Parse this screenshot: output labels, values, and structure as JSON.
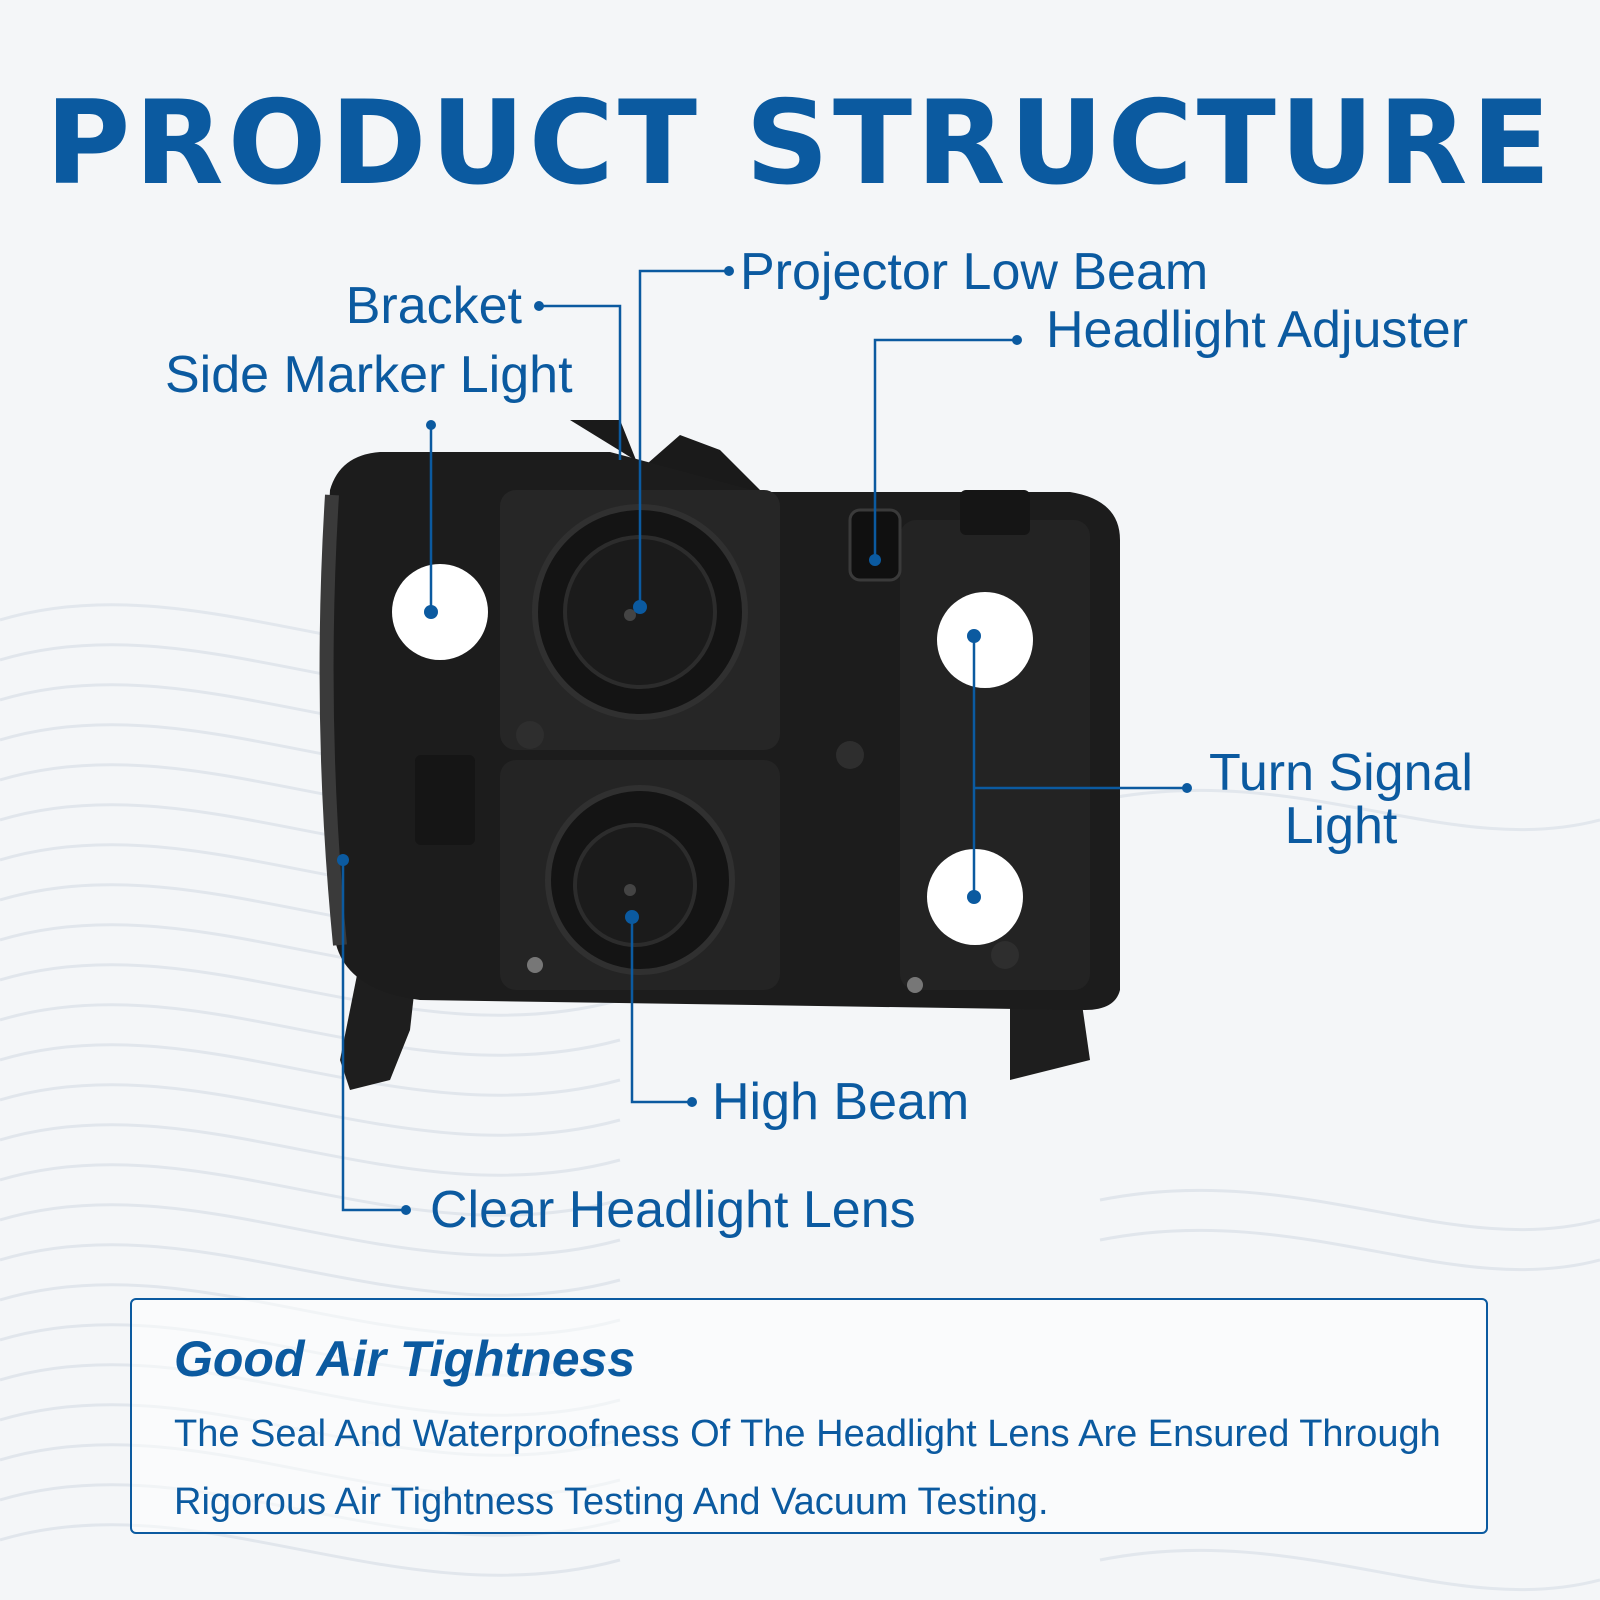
{
  "title": "PRODUCT STRUCTURE",
  "labels": {
    "projector_low_beam": "Projector Low Beam",
    "bracket": "Bracket",
    "headlight_adjuster": "Headlight Adjuster",
    "side_marker_light": "Side Marker Light",
    "turn_signal_line1": "Turn Signal",
    "turn_signal_line2": "Light",
    "high_beam": "High Beam",
    "clear_headlight_lens": "Clear Headlight Lens"
  },
  "info_box": {
    "heading": "Good Air Tightness",
    "body": "The Seal And Waterproofness Of The Headlight Lens Are Ensured Through Rigorous Air Tightness Testing And Vacuum Testing."
  },
  "colors": {
    "accent": "#0b5aa0",
    "housing": "#1c1c1c",
    "background": "#f4f6f8"
  }
}
